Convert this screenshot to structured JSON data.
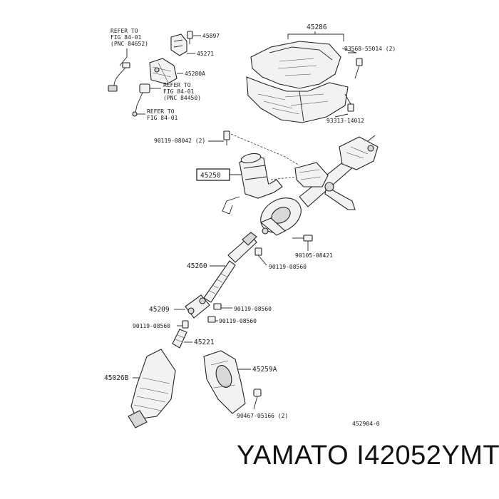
{
  "diagram": {
    "refs": {
      "ref1": [
        "REFER TO",
        "FIG 84-01",
        "(PNC 84652)"
      ],
      "ref2": [
        "REFER TO",
        "FIG 84-01",
        "(PNC 84450)"
      ],
      "ref3": [
        "REFER TO",
        "FIG 84-01"
      ]
    },
    "labels": {
      "p45897": "45897",
      "p45271": "45271",
      "p45280a": "45280A",
      "p45286": "45286",
      "p93568": "93568-55014 (2)",
      "p93313": "93313-14012",
      "p90119_08042": "90119-08042 (2)",
      "p45250": "45250",
      "p90105": "90105-08421",
      "p90119_08560_a": "90119-08560",
      "p45260": "45260",
      "p45209": "45209",
      "p90119_08560_b": "90119-08560",
      "p90119_08560_c": "90119-08560",
      "p90119_08560_d": "90119-08560",
      "p45221": "45221",
      "p45026b": "45026B",
      "p45259a": "45259A",
      "p90467": "90467-05166 (2)",
      "code": "452904-0"
    }
  },
  "caption": "YAMATO I42052YMT"
}
